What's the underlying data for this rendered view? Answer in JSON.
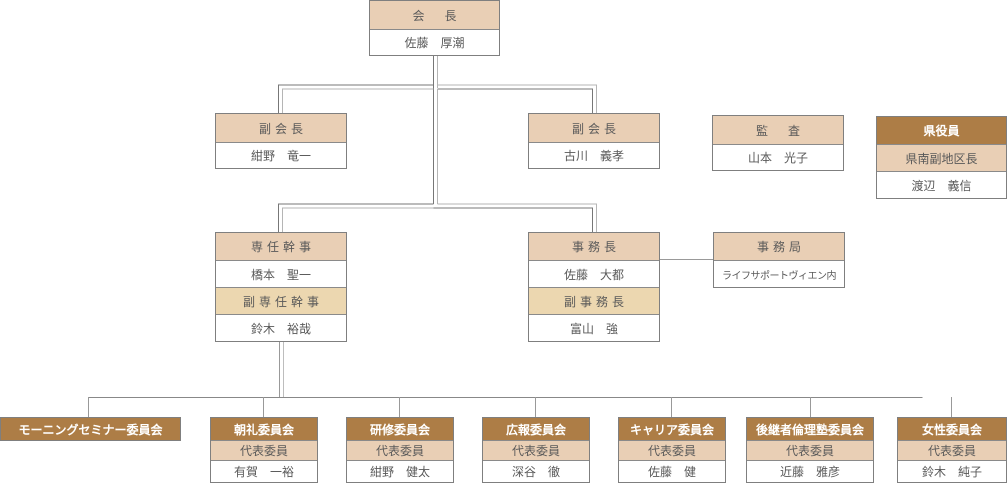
{
  "president": {
    "title": "会　長",
    "name": "佐藤　厚潮"
  },
  "vice_presidents": [
    {
      "title": "副会長",
      "name": "紺野　竜一"
    },
    {
      "title": "副会長",
      "name": "古川　義孝"
    }
  ],
  "auditor": {
    "title": "監　査",
    "name": "山本　光子"
  },
  "prefecture_officer": {
    "header": "県役員",
    "title": "県南副地区長",
    "name": "渡辺　義信"
  },
  "chief_secretary": {
    "title": "専任幹事",
    "name": "橋本　聖一",
    "deputy_title": "副専任幹事",
    "deputy_name": "鈴木　裕哉"
  },
  "secretary_general": {
    "title": "事務長",
    "name": "佐藤　大都",
    "deputy_title": "副事務長",
    "deputy_name": "富山　強"
  },
  "secretariat": {
    "title": "事務局",
    "location": "ライフサポートヴィエン内"
  },
  "committees": [
    {
      "name": "モーニングセミナー委員会"
    },
    {
      "name": "朝礼委員会",
      "role": "代表委員",
      "member": "有賀　一裕"
    },
    {
      "name": "研修委員会",
      "role": "代表委員",
      "member": "紺野　健太"
    },
    {
      "name": "広報委員会",
      "role": "代表委員",
      "member": "深谷　徹"
    },
    {
      "name": "キャリア委員会",
      "role": "代表委員",
      "member": "佐藤　健"
    },
    {
      "name": "後継者倫理塾委員会",
      "role": "代表委員",
      "member": "近藤　雅彦"
    },
    {
      "name": "女性委員会",
      "role": "代表委員",
      "member": "鈴木　純子"
    }
  ],
  "colors": {
    "header_light": "#e9cfb5",
    "header_deputy": "#ecd7b0",
    "header_dark": "#ad7d46",
    "border": "#7f7f7f",
    "line": "#8c8c8c"
  }
}
